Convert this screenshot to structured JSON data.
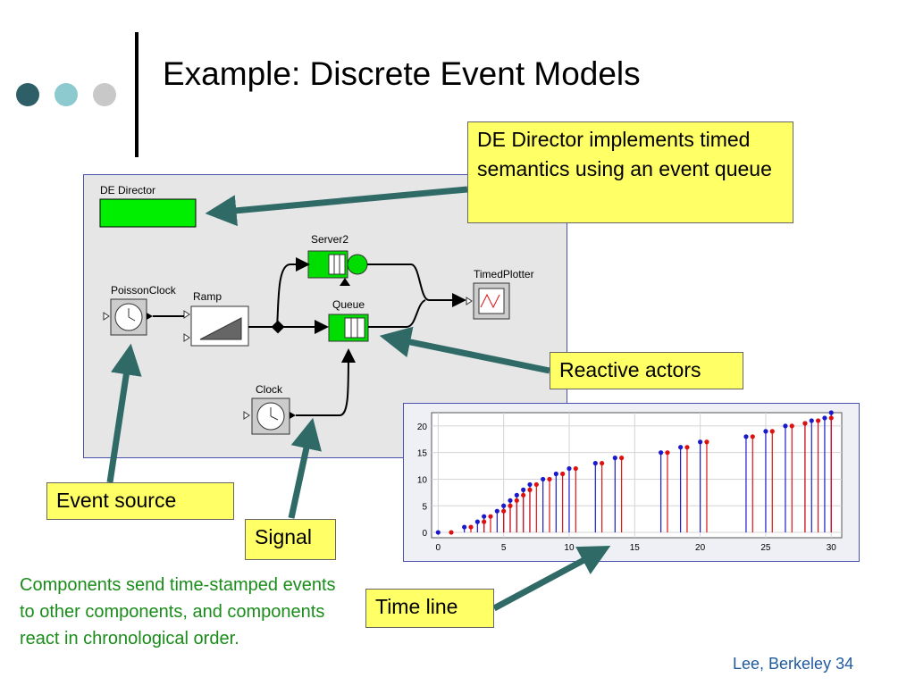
{
  "slide": {
    "title": "Example: Discrete Event Models",
    "footnote": "Components send time-stamped events to other components, and components react in chronological order.",
    "credit": "Lee, Berkeley 34"
  },
  "diagram": {
    "director_label": "DE Director",
    "actors": {
      "poisson_clock": "PoissonClock",
      "ramp": "Ramp",
      "server2": "Server2",
      "queue": "Queue",
      "clock": "Clock",
      "timed_plotter": "TimedPlotter"
    }
  },
  "callouts": {
    "director": "DE Director implements timed semantics using an event queue",
    "reactive": "Reactive actors",
    "event_source": "Event source",
    "signal": "Signal",
    "time_line": "Time line"
  },
  "colors": {
    "dot1": "#2f5f66",
    "dot2": "#8ccad0",
    "dot3": "#c8c8c8",
    "arrow": "#2f6a66",
    "director_green": "#00ee00",
    "series_blue": "#1a1acc",
    "series_red": "#dd1111"
  },
  "chart_data": {
    "type": "scatter",
    "x_ticks": [
      "0",
      "5",
      "10",
      "15",
      "20",
      "25",
      "30"
    ],
    "y_ticks": [
      "0",
      "5",
      "10",
      "15",
      "20"
    ],
    "xlim": [
      -0.5,
      30.8
    ],
    "ylim": [
      -1,
      22.5
    ],
    "grid": true,
    "series": [
      {
        "color": "#1a1acc",
        "x": [
          0,
          2,
          3,
          3.5,
          4.5,
          5,
          5.5,
          6,
          6.5,
          7,
          8,
          9,
          10,
          12,
          13.5,
          17,
          18.5,
          20,
          23.5,
          25,
          26.5,
          28,
          28.5,
          29.5,
          30
        ],
        "y": [
          0,
          1,
          2,
          3,
          4,
          5,
          6,
          7,
          8,
          9,
          10,
          11,
          12,
          13,
          14,
          15,
          16,
          17,
          18,
          19,
          20,
          20.5,
          21,
          21.5,
          22.5
        ]
      },
      {
        "color": "#dd1111",
        "x": [
          1,
          2.5,
          3.5,
          4,
          5,
          5.5,
          6,
          6.5,
          7,
          7.5,
          8.5,
          9.5,
          10.5,
          12.5,
          14,
          17.5,
          19,
          20.5,
          24,
          25.5,
          27,
          28,
          29,
          30
        ],
        "y": [
          0,
          1,
          2,
          3,
          4,
          5,
          6,
          7,
          8,
          9,
          10,
          11,
          12,
          13,
          14,
          15,
          16,
          17,
          18,
          19,
          20,
          20.5,
          21,
          21.5
        ]
      }
    ]
  }
}
